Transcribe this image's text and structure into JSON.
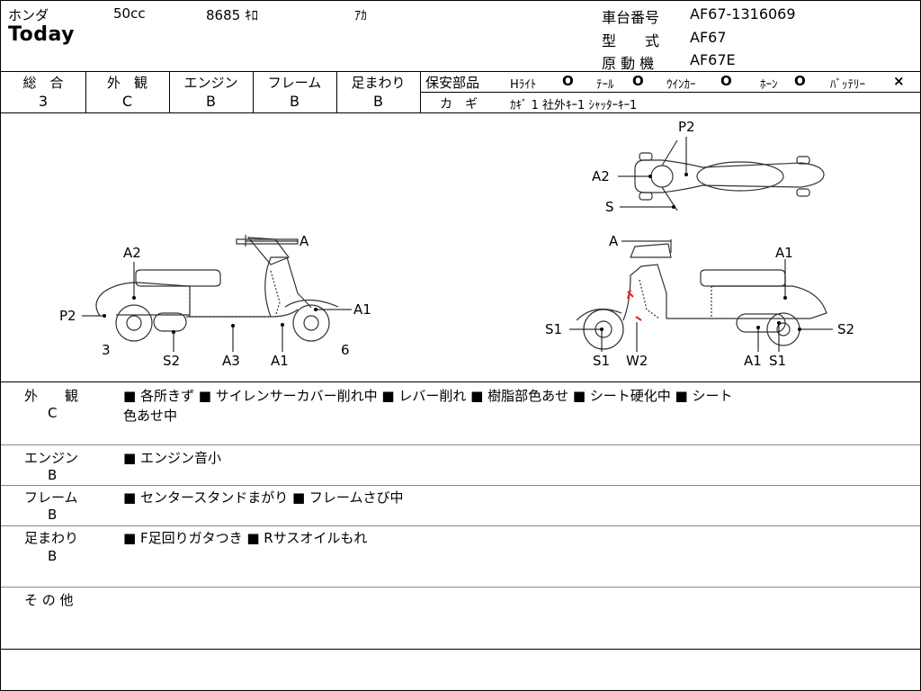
{
  "header": {
    "maker": "ホンダ",
    "displacement": "50cc",
    "mileage": "8685 ｷﾛ",
    "color": "ｱｶ",
    "model_name": "Today",
    "frame_no_label": "車台番号",
    "frame_no": "AF67-1316069",
    "type_label": "型　　式",
    "type": "AF67",
    "engine_label": "原 動 機",
    "engine": "AF67E"
  },
  "grades": {
    "overall": {
      "label": "総　合",
      "value": "3"
    },
    "exterior": {
      "label": "外　観",
      "value": "C"
    },
    "engine": {
      "label": "エンジン",
      "value": "B"
    },
    "frame": {
      "label": "フレーム",
      "value": "B"
    },
    "suspension": {
      "label": "足まわり",
      "value": "B"
    }
  },
  "safety": {
    "label": "保安部品",
    "headlight": "Hﾗｲﾄ",
    "taillight": "ﾃｰﾙ",
    "winker": "ｳｲﾝｶｰ",
    "horn": "ﾎｰﾝ",
    "battery": "ﾊﾞｯﾃﾘｰ",
    "ok_mark": "O",
    "ng_mark": "×"
  },
  "keys": {
    "label": "カ　ギ",
    "value": "ｶｷﾞ 1  社外ｷｰ1  ｼｬｯﾀｰｷｰ1"
  },
  "diagram": {
    "left_labels": {
      "a": "A",
      "a2": "A2",
      "p2": "P2",
      "a1_right": "A1",
      "n3": "3",
      "s2": "S2",
      "a3": "A3",
      "a1_bottom": "A1",
      "n6": "6"
    },
    "right_labels": {
      "a": "A",
      "a1": "A1",
      "s1_left": "S1",
      "s2": "S2",
      "s1_bottom": "S1",
      "w2": "W2",
      "a1_bottom": "A1",
      "s1_bottom2": "S1"
    },
    "top_labels": {
      "p2": "P2",
      "a2": "A2",
      "s": "S"
    }
  },
  "remarks": {
    "exterior": {
      "label": "外　　観",
      "grade": "C",
      "line1": "■ 各所きず ■ サイレンサーカバー削れ中 ■ レバー削れ ■ 樹脂部色あせ ■ シート硬化中 ■ シート",
      "line2": "色あせ中"
    },
    "engine": {
      "label": "エンジン",
      "grade": "B",
      "line1": "■ エンジン音小"
    },
    "frame": {
      "label": "フレーム",
      "grade": "B",
      "line1": "■ センタースタンドまがり ■ フレームさび中"
    },
    "suspension": {
      "label": "足まわり",
      "grade": "B",
      "line1": "■ F足回りガタつき ■ Rサスオイルもれ"
    },
    "other": {
      "label": "そ の 他"
    }
  }
}
